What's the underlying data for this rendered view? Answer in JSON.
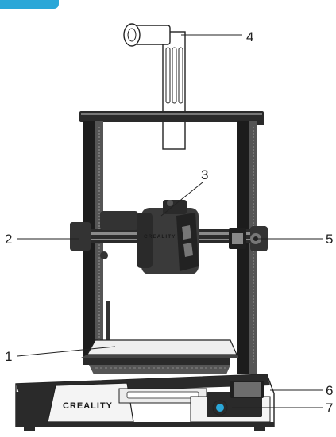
{
  "header_tab_color": "#2aa7d8",
  "brand": {
    "base_logo": "CREALITY",
    "head_logo": "CREALITY"
  },
  "callouts": [
    {
      "number": "1",
      "side": "left"
    },
    {
      "number": "2",
      "side": "left"
    },
    {
      "number": "3",
      "side": "right"
    },
    {
      "number": "4",
      "side": "right"
    },
    {
      "number": "5",
      "side": "right"
    },
    {
      "number": "6",
      "side": "right"
    },
    {
      "number": "7",
      "side": "right"
    }
  ]
}
